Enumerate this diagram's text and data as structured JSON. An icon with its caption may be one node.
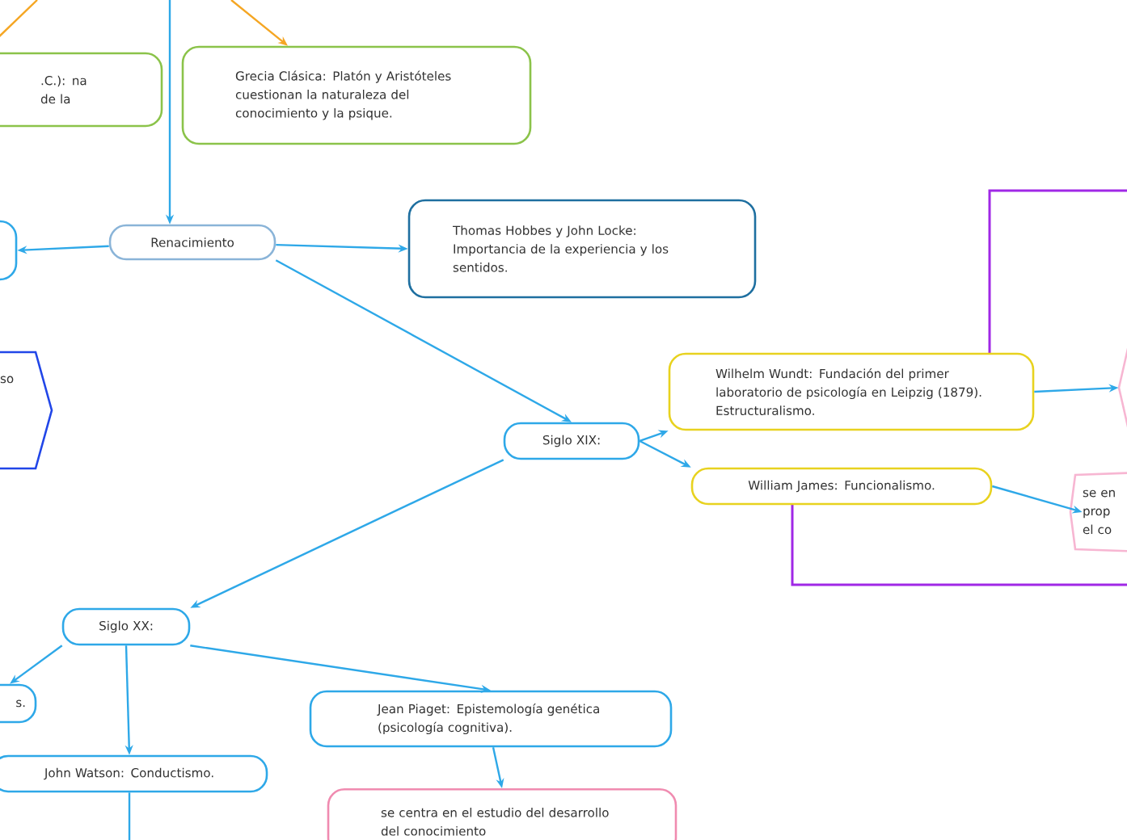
{
  "diagram": {
    "nodes": [
      {
        "text": [
          ".C.): na de la"
        ]
      },
      {
        "text": [
          "Grecia Clásica: Platón y Aristóteles cuestionan la naturaleza del conocimiento y la psique."
        ]
      },
      {
        "text": [],
        "shape": "box"
      },
      {
        "text": [
          "Renacimiento"
        ]
      },
      {
        "text": [
          "Thomas Hobbes y John Locke: Importancia de la experiencia y los sentidos."
        ]
      },
      {
        "text": [
          "so"
        ]
      },
      {
        "text": [
          "Siglo XIX:"
        ]
      },
      {
        "text": [
          "Wilhelm Wundt: Fundación del primer laboratorio de psicología en Leipzig (1879). Estructuralismo."
        ]
      },
      {
        "text": [
          "William James: Funcionalismo."
        ]
      },
      {
        "text": [],
        "shape": "hexagon"
      },
      {
        "text": [
          "se en prop el co"
        ]
      },
      {
        "text": [
          "Siglo XX:"
        ]
      },
      {
        "text": [
          "s."
        ]
      },
      {
        "text": [
          "John Watson: Conductismo."
        ]
      },
      {
        "text": [
          "Jean Piaget: Epistemología genética (psicología cognitiva)."
        ]
      },
      {
        "text": [
          "se centra en el estudio del desarrollo del conocimiento"
        ]
      }
    ],
    "edges": [
      {
        "from": null,
        "to": 0,
        "arrow": "none",
        "color": "#f5a623"
      },
      {
        "from": null,
        "to": 1,
        "arrow": "to",
        "color": "#f5a623"
      },
      {
        "from": null,
        "to": 3,
        "arrow": "to"
      },
      {
        "from": 3,
        "to": 2,
        "arrow": "to"
      },
      {
        "from": 3,
        "to": 4,
        "arrow": "to"
      },
      {
        "from": 3,
        "to": 6,
        "arrow": "to"
      },
      {
        "from": 6,
        "to": 7,
        "arrow": "to"
      },
      {
        "from": 6,
        "to": 8,
        "arrow": "to"
      },
      {
        "from": 6,
        "to": 11,
        "arrow": "to"
      },
      {
        "from": 7,
        "to": 9,
        "arrow": "to"
      },
      {
        "from": 8,
        "to": 10,
        "arrow": "to"
      },
      {
        "from": 11,
        "to": 12,
        "arrow": "to"
      },
      {
        "from": 11,
        "to": 13,
        "arrow": "to"
      },
      {
        "from": 11,
        "to": 14,
        "arrow": "to"
      },
      {
        "from": 14,
        "to": 15,
        "arrow": "to"
      },
      {
        "from": 13,
        "to": null,
        "arrow": "none"
      }
    ]
  }
}
